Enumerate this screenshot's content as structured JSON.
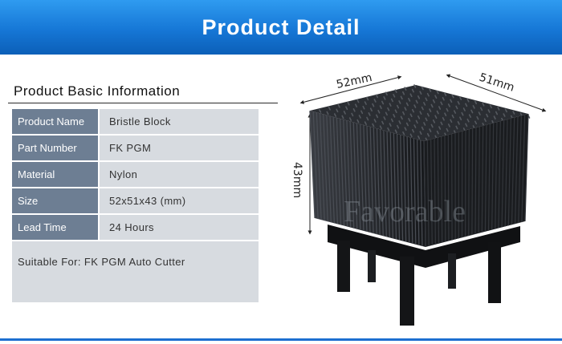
{
  "banner": {
    "title": "Product Detail"
  },
  "section": {
    "title": "Product Basic Information"
  },
  "specs": [
    {
      "label": "Product Name",
      "value": "Bristle Block"
    },
    {
      "label": "Part Number",
      "value": "FK PGM"
    },
    {
      "label": "Material",
      "value": "Nylon"
    },
    {
      "label": "Size",
      "value": "52x51x43 (mm)"
    },
    {
      "label": "Lead Time",
      "value": "24 Hours"
    }
  ],
  "suitable": "Suitable For: FK PGM Auto Cutter",
  "dimensions": {
    "width": "52mm",
    "depth": "51mm",
    "height": "43mm"
  },
  "watermark": "Favorable",
  "colors": {
    "banner": "#1677d6",
    "label_bg": "#6d7e93",
    "value_bg": "#d7dbe0"
  }
}
